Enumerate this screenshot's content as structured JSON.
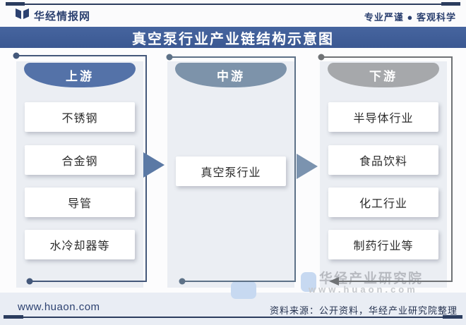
{
  "header": {
    "brand": "华经情报网",
    "slogan": "专业严谨 ● 客观科学"
  },
  "title": "真空泵行业产业链结构示意图",
  "diagram": {
    "columns": [
      {
        "id": "upstream",
        "label": "上游",
        "header_color": "#5472a8",
        "line_color": "#44587a",
        "items": [
          "不锈钢",
          "合金钢",
          "导管",
          "水冷却器等"
        ]
      },
      {
        "id": "midstream",
        "label": "中游",
        "header_color": "#7d93aa",
        "line_color": "#5d7187",
        "items": [
          "真空泵行业"
        ]
      },
      {
        "id": "downstream",
        "label": "下游",
        "header_color": "#a6a8ab",
        "line_color": "#6f7275",
        "items": [
          "半导体行业",
          "食品饮料",
          "化工行业",
          "制药行业等"
        ]
      }
    ],
    "arrow_colors": [
      "#5b79a5",
      "#7b93af"
    ],
    "column_bg": "#ebeef3",
    "banner_color": "#3f5e9b"
  },
  "watermark": {
    "line1": "华经产业研究院",
    "line2": "www.huaon.com"
  },
  "footer": {
    "site": "www.huaon.com",
    "source": "资料来源：公开资料，华经产业研究院整理"
  }
}
